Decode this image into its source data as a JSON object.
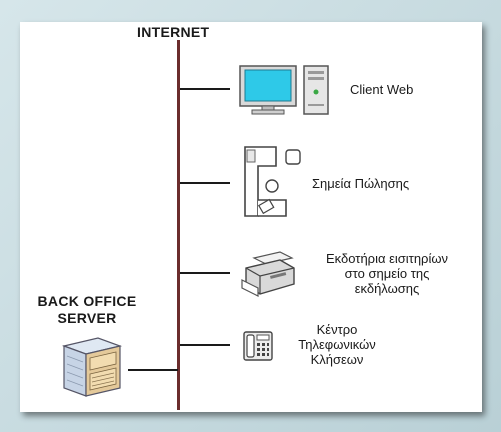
{
  "internet_label": "INTERNET",
  "server": {
    "label_line1": "BACK OFFICE",
    "label_line2": "SERVER",
    "icon": "server-tower-icon"
  },
  "nodes": [
    {
      "id": "client-web",
      "label_lines": [
        "Client Web"
      ],
      "icon": "desktop-computer-icon"
    },
    {
      "id": "points-of-sale",
      "label_lines": [
        "Σημεία Πώλησης"
      ],
      "icon": "workstation-desk-icon"
    },
    {
      "id": "ticket-printers",
      "label_lines": [
        "Εκδοτήρια εισιτηρίων",
        "στο σημείο της",
        "εκδήλωσης"
      ],
      "icon": "printer-icon"
    },
    {
      "id": "call-center",
      "label_lines": [
        "Κέντρο",
        "Τηλεφωνικών",
        "Κλήσεων"
      ],
      "icon": "telephone-icon"
    }
  ],
  "colors": {
    "backbone": "#6b2d2d",
    "panel": "#ffffff",
    "background": "#c8dbe0",
    "monitor_screen": "#2ec9e8"
  }
}
